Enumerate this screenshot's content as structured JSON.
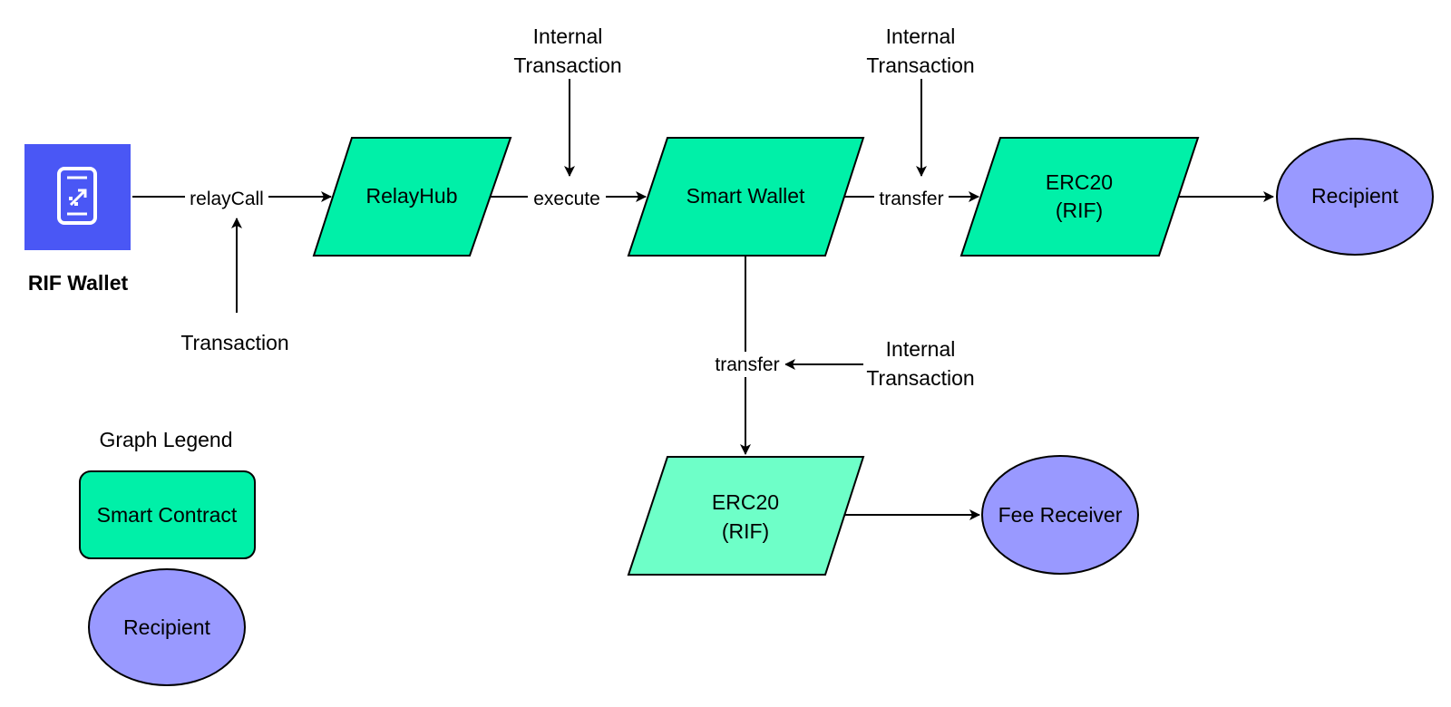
{
  "colors": {
    "smart_contract": "#00F0A8",
    "smart_contract_light": "#6EFFC8",
    "recipient": "#9999FF",
    "wallet_icon_bg": "#4A57F5"
  },
  "wallet": {
    "icon": "mobile-wallet-icon",
    "title": "RIF Wallet"
  },
  "nodes": {
    "relayhub": "RelayHub",
    "smart_wallet": "Smart Wallet",
    "erc20_top": [
      "ERC20",
      "(RIF)"
    ],
    "erc20_bottom": [
      "ERC20",
      "(RIF)"
    ],
    "recipient": "Recipient",
    "fee_receiver": "Fee Receiver"
  },
  "edges": {
    "relaycall": "relayCall",
    "execute": "execute",
    "transfer_top": "transfer",
    "transfer_bottom": "transfer"
  },
  "annotations": {
    "transaction": "Transaction",
    "internal_1": [
      "Internal",
      "Transaction"
    ],
    "internal_2": [
      "Internal",
      "Transaction"
    ],
    "internal_3": [
      "Internal",
      "Transaction"
    ]
  },
  "legend": {
    "title": "Graph Legend",
    "smart_contract": "Smart Contract",
    "recipient": "Recipient"
  }
}
